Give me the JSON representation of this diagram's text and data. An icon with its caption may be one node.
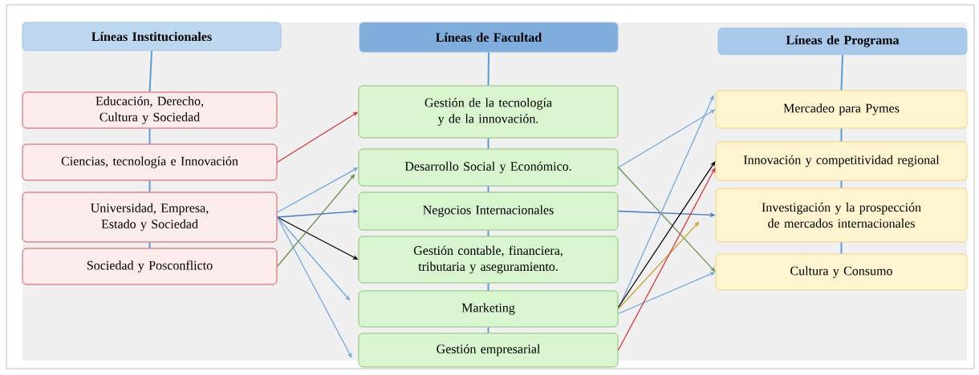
{
  "diagram": {
    "nodes": [
      {
        "text": [
          "Líneas Institucionales"
        ]
      },
      {
        "text": [
          "Líneas de Facultad"
        ]
      },
      {
        "text": [
          "Líneas de Programa"
        ]
      },
      {
        "text": [
          "Educación, Derecho, Cultura y Sociedad"
        ]
      },
      {
        "text": [
          "Ciencias, tecnología e Innovación"
        ]
      },
      {
        "text": [
          "Universidad, Empresa, Estado y Sociedad"
        ]
      },
      {
        "text": [
          "Sociedad y Posconflicto"
        ]
      },
      {
        "text": [
          "Gestión de la tecnología y de la innovación."
        ]
      },
      {
        "text": [
          "Desarrollo Social y Económico."
        ]
      },
      {
        "text": [
          "Negocios Internacionales"
        ]
      },
      {
        "text": [
          "Gestión contable, financiera, tributaria y aseguramiento."
        ]
      },
      {
        "text": [
          "Marketing"
        ]
      },
      {
        "text": [
          "Gestión empresarial"
        ]
      },
      {
        "text": [
          "Mercadeo para Pymes"
        ]
      },
      {
        "text": [
          "Innovación y competitividad regional"
        ]
      },
      {
        "text": [
          "Investigación y la prospección de mercados internacionales"
        ]
      },
      {
        "text": [
          "Cultura y Consumo"
        ]
      }
    ],
    "edges": [
      {
        "from": 0,
        "to": 3,
        "arrow": "none",
        "color": "#5b9bd5"
      },
      {
        "from": 3,
        "to": 4,
        "arrow": "none",
        "color": "#5b9bd5"
      },
      {
        "from": 4,
        "to": 5,
        "arrow": "none",
        "color": "#5b9bd5"
      },
      {
        "from": 5,
        "to": 6,
        "arrow": "none",
        "color": "#5b9bd5"
      },
      {
        "from": 1,
        "to": 7,
        "arrow": "none",
        "color": "#5b9bd5"
      },
      {
        "from": 7,
        "to": 8,
        "arrow": "none",
        "color": "#5b9bd5"
      },
      {
        "from": 8,
        "to": 9,
        "arrow": "none",
        "color": "#5b9bd5"
      },
      {
        "from": 9,
        "to": 10,
        "arrow": "none",
        "color": "#5b9bd5"
      },
      {
        "from": 10,
        "to": 11,
        "arrow": "none",
        "color": "#5b9bd5"
      },
      {
        "from": 11,
        "to": 12,
        "arrow": "none",
        "color": "#5b9bd5"
      },
      {
        "from": 2,
        "to": 13,
        "arrow": "none",
        "color": "#5b9bd5"
      },
      {
        "from": 13,
        "to": 14,
        "arrow": "none",
        "color": "#5b9bd5"
      },
      {
        "from": 14,
        "to": 15,
        "arrow": "none",
        "color": "#5b9bd5"
      },
      {
        "from": 15,
        "to": 16,
        "arrow": "none",
        "color": "#5b9bd5"
      },
      {
        "from": 4,
        "to": 7,
        "arrow": "to",
        "color": "#d93636"
      },
      {
        "from": 5,
        "to": 8,
        "arrow": "to"
      },
      {
        "from": 5,
        "to": 9,
        "arrow": "to",
        "color": "#4472c4"
      },
      {
        "from": 5,
        "to": 10,
        "arrow": "to",
        "color": "#000000"
      },
      {
        "from": 5,
        "to": 11,
        "arrow": "to"
      },
      {
        "from": 5,
        "to": 12,
        "arrow": "to"
      },
      {
        "from": 6,
        "to": 8,
        "arrow": "to",
        "color": "#6a8f4a"
      },
      {
        "from": 8,
        "to": 13,
        "arrow": "to"
      },
      {
        "from": 8,
        "to": 16,
        "arrow": "to",
        "color": "#6a8f4a"
      },
      {
        "from": 9,
        "to": 15,
        "arrow": "to",
        "color": "#4472c4"
      },
      {
        "from": 11,
        "to": 13,
        "arrow": "to"
      },
      {
        "from": 11,
        "to": 14,
        "arrow": "to",
        "color": "#000000"
      },
      {
        "from": 11,
        "to": 15,
        "arrow": "to",
        "color": "#c9a227"
      },
      {
        "from": 11,
        "to": 16,
        "arrow": "to"
      },
      {
        "from": 12,
        "to": 14,
        "arrow": "to",
        "color": "#d93636"
      }
    ]
  }
}
